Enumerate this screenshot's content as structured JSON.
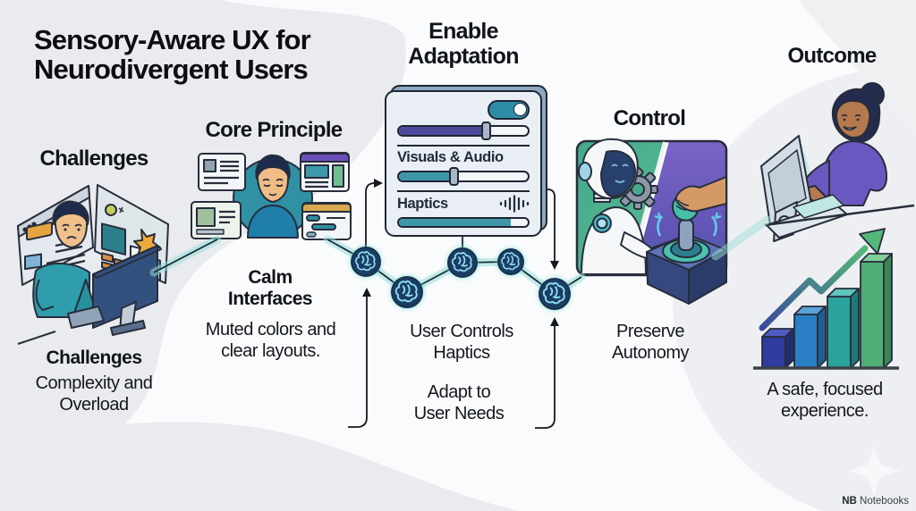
{
  "title": "Sensory-Aware UX for Neurodivergent Users",
  "sections": {
    "challenges": {
      "heading": "Challenges",
      "label": "Challenges",
      "description": "Complexity and Overload",
      "icon": "overwhelmed-user-at-cluttered-screens"
    },
    "core_principle": {
      "heading": "Core Principle",
      "label": "Calm Interfaces",
      "description": "Muted colors and clear layouts.",
      "icon": "calm-user-with-ui-cards"
    },
    "enable_adaptation": {
      "heading": "Enable Adaptation",
      "panel": {
        "toggle_state": "on",
        "top_slider_percent": 69,
        "visuals_label": "Visuals & Audio",
        "visuals_slider_percent": 44,
        "haptics_label": "Haptics",
        "haptics_icon": "haptic-wave-icon",
        "haptics_progress_percent": 87
      },
      "caption_primary": "User Controls Haptics",
      "caption_secondary": "Adapt to User Needs"
    },
    "control": {
      "heading": "Control",
      "description": "Preserve Autonomy",
      "icon": "robot-and-hand-on-joystick"
    },
    "outcome": {
      "heading": "Outcome",
      "description": "A safe, focused experience.",
      "icon": "happy-user-with-rising-chart",
      "chart": {
        "type": "bar",
        "bars_relative_heights": [
          35,
          60,
          80,
          119
        ],
        "trend": "rising-zigzag-arrow"
      }
    }
  },
  "flow": {
    "node_icon": "brain-icon",
    "node_count": 5
  },
  "watermark": {
    "bold": "NB",
    "text": "Notebooks"
  },
  "colors": {
    "ink": "#111419",
    "teal": "#2f96a8",
    "purple_slider": "#4d4a9c",
    "card_back": "#8da7bf",
    "panel_bg": "#e9eff5",
    "node_navy": "#1f3e63",
    "brain_cyan": "#8fdff5",
    "glow": "#7adcd4",
    "control_green": "#49ab8e",
    "control_purple": "#6f5cc0",
    "gold": "#d9a94f",
    "bar_navy": "#2f3b9e",
    "bar_blue": "#2b7fc4",
    "bar_teal": "#2aa39c",
    "bar_green": "#4fae73",
    "bg_gray": "#e9ebee"
  }
}
